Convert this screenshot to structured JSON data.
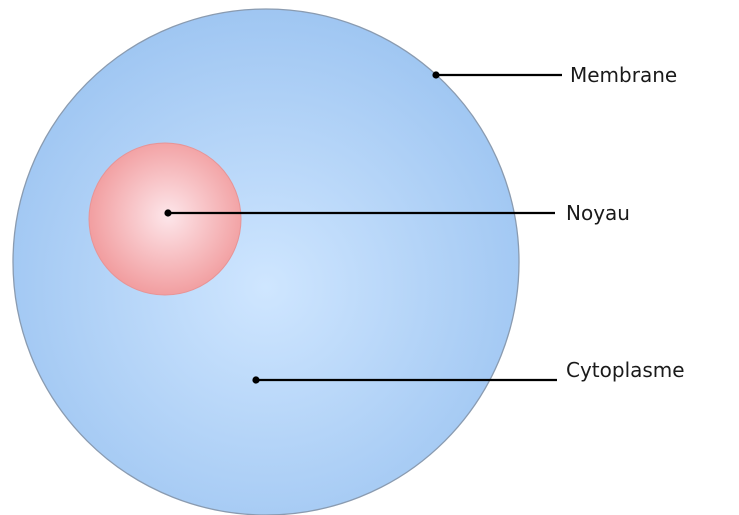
{
  "labels": {
    "membrane": "Membrane",
    "noyau": "Noyau",
    "cytoplasme": "Cytoplasme"
  },
  "colors": {
    "cell_center": "#cfe6ff",
    "cell_edge": "#9fc6f2",
    "cell_outline": "#8a9bb0",
    "nucleus_center": "#fde6ea",
    "nucleus_edge": "#f19a9c",
    "nucleus_outline": "#e79496",
    "line": "#000000"
  }
}
